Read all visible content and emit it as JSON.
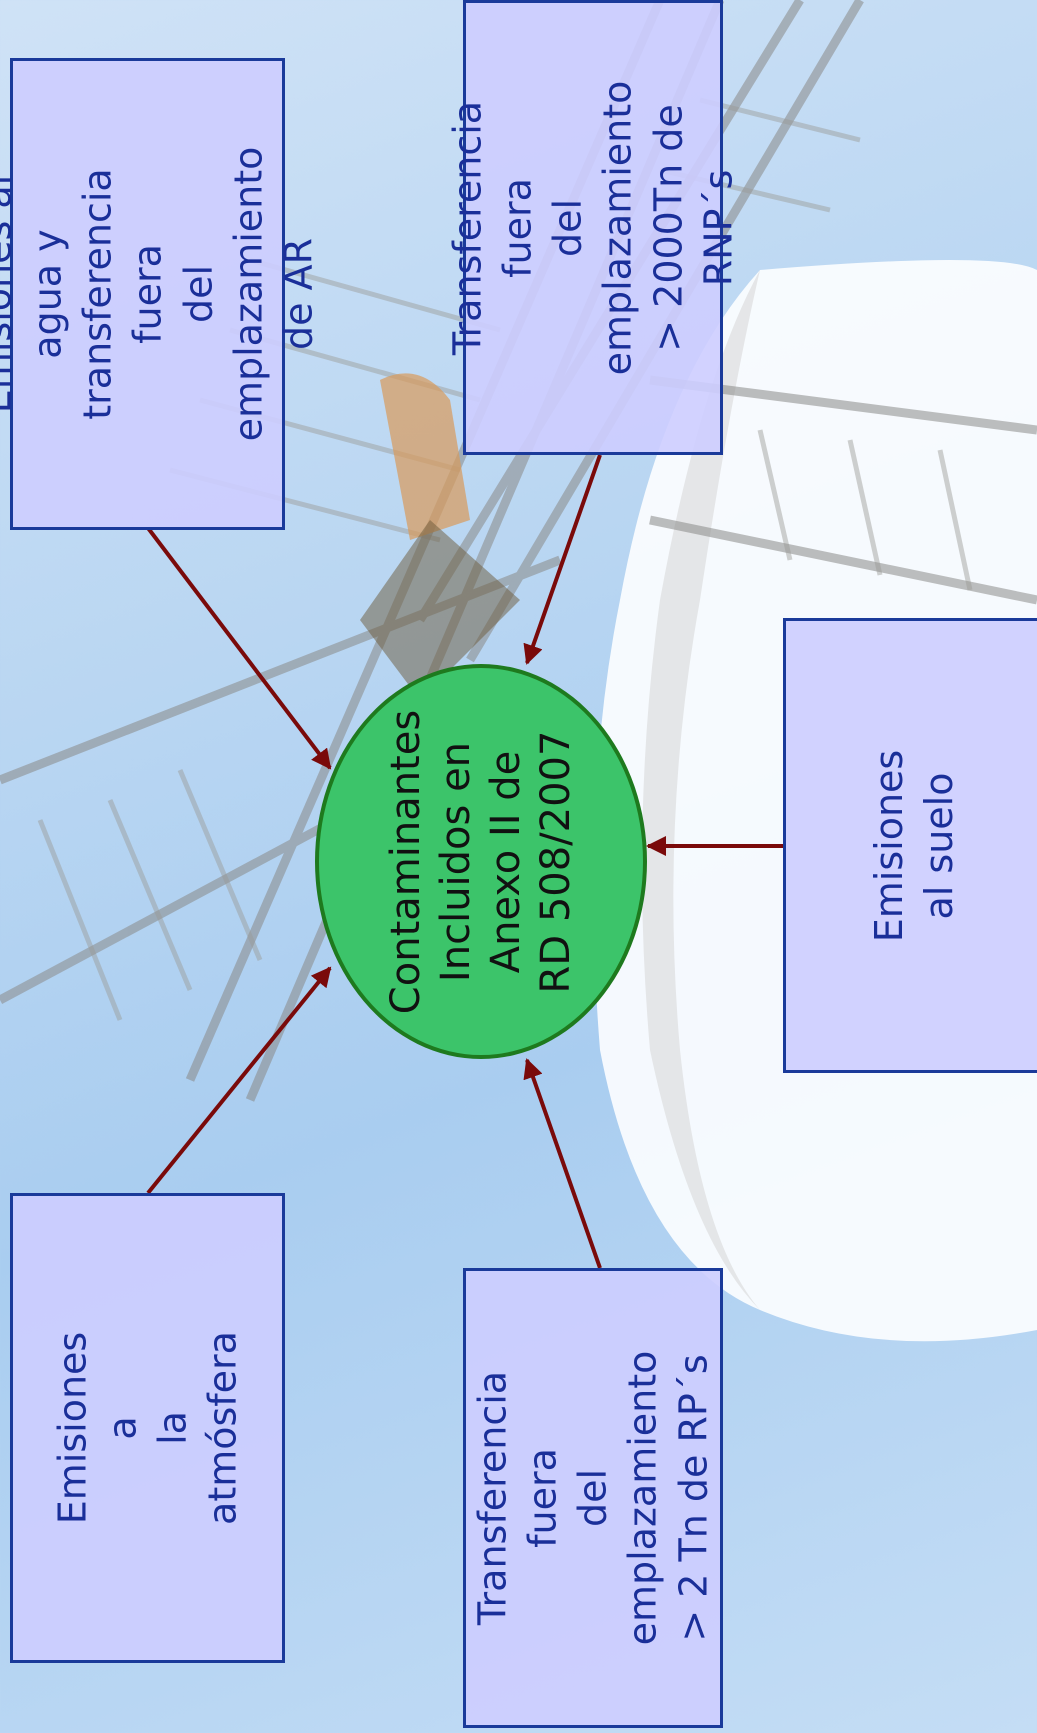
{
  "diagram": {
    "center": {
      "label": "Contaminantes\nIncluidos en\nAnexo II de\nRD 508/2007"
    },
    "boxes": {
      "water_ar": {
        "label": "Emisiones al agua y\ntransferencia fuera\ndel emplazamiento\nde AR"
      },
      "rnp": {
        "label": "Transferencia fuera\ndel emplazamiento\n> 2000Tn de RNP´s"
      },
      "soil": {
        "label": "Emisiones al suelo"
      },
      "atmosphere": {
        "label": "Emisiones a\nla atmósfera"
      },
      "rp": {
        "label": "Transferencia fuera\ndel emplazamiento\n> 2 Tn de RP´s"
      }
    }
  },
  "colors": {
    "box_fill": "#cdcdff",
    "box_border": "#1a3a9a",
    "box_text": "#1a2f99",
    "center_fill": "#3cc46a",
    "center_border": "#1e7a1e",
    "arrow": "#7a0a0a"
  }
}
